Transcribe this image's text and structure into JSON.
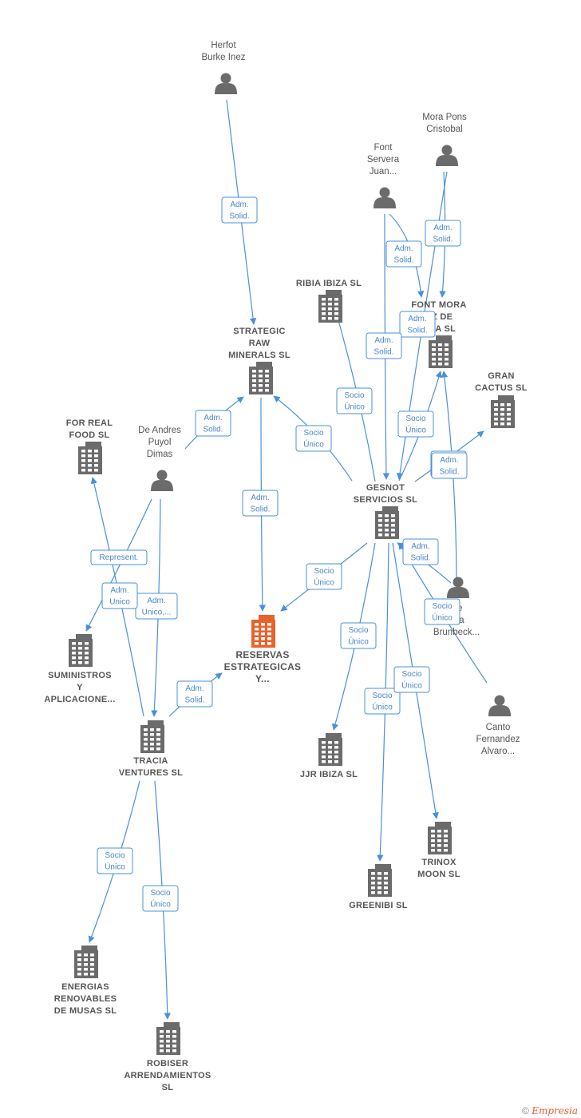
{
  "colors": {
    "edge": "#4a90d9",
    "icon": "#6b6b6b",
    "focus": "#e8632a",
    "label": "#555555"
  },
  "nodes": [
    {
      "id": "herfot",
      "type": "person",
      "label": [
        "Herfot",
        "Burke Inez"
      ]
    },
    {
      "id": "mora",
      "type": "person",
      "label": [
        "Mora Pons",
        "Cristobal"
      ]
    },
    {
      "id": "font",
      "type": "person",
      "label": [
        "Font",
        "Servera",
        "Juan..."
      ]
    },
    {
      "id": "ribia",
      "type": "company",
      "label": [
        "RIBIA IBIZA  SL"
      ]
    },
    {
      "id": "fontmora",
      "type": "company",
      "label": [
        "FONT MORA",
        "NZ DE",
        "NDA  SL"
      ]
    },
    {
      "id": "strategic",
      "type": "company",
      "label": [
        "STRATEGIC",
        "RAW",
        "MINERALS  SL"
      ]
    },
    {
      "id": "gran",
      "type": "company",
      "label": [
        "GRAN",
        "CACTUS  SL"
      ]
    },
    {
      "id": "forreal",
      "type": "company",
      "label": [
        "FOR REAL",
        "FOOD  SL"
      ]
    },
    {
      "id": "deandres",
      "type": "person",
      "label": [
        "De Andres",
        "Puyol",
        "Dimas"
      ]
    },
    {
      "id": "gesnot",
      "type": "company",
      "label": [
        "GESNOT",
        "SERVICIOS  SL"
      ]
    },
    {
      "id": "brunbeck",
      "type": "person",
      "label": [
        "De",
        "nda",
        "Brunbeck..."
      ]
    },
    {
      "id": "reservas",
      "type": "focus",
      "label": [
        "RESERVAS",
        "ESTRATEGICAS",
        "Y..."
      ]
    },
    {
      "id": "suministros",
      "type": "company",
      "label": [
        "SUMINISTROS",
        "Y",
        "APLICACIONE..."
      ]
    },
    {
      "id": "tracia",
      "type": "company",
      "label": [
        "TRACIA",
        "VENTURES  SL"
      ]
    },
    {
      "id": "canto",
      "type": "person",
      "label": [
        "Canto",
        "Fernandez",
        "Alvaro..."
      ]
    },
    {
      "id": "jjr",
      "type": "company",
      "label": [
        "JJR IBIZA  SL"
      ]
    },
    {
      "id": "trinox",
      "type": "company",
      "label": [
        "TRINOX",
        "MOON  SL"
      ]
    },
    {
      "id": "greenibi",
      "type": "company",
      "label": [
        "GREENIBI  SL"
      ]
    },
    {
      "id": "energias",
      "type": "company",
      "label": [
        "ENERGIAS",
        "RENOVABLES",
        "DE MUSAS  SL"
      ]
    },
    {
      "id": "robiser",
      "type": "company",
      "label": [
        "ROBISER",
        "ARRENDAMIENTOS",
        "SL"
      ]
    }
  ],
  "edges": [
    {
      "from": "herfot",
      "to": "strategic",
      "label": [
        "Adm.",
        "Solid."
      ]
    },
    {
      "from": "mora",
      "to": "fontmora",
      "label": [
        "Adm.",
        "Solid."
      ]
    },
    {
      "from": "font",
      "to": "fontmora",
      "label": [
        "Adm.",
        "Solid."
      ]
    },
    {
      "from": "mora",
      "to": "gesnot",
      "label": [
        "Adm.",
        "Solid."
      ]
    },
    {
      "from": "font",
      "to": "gesnot",
      "label": [
        "Adm.",
        "Solid."
      ]
    },
    {
      "from": "gesnot",
      "to": "ribia",
      "label": [
        "Socio",
        "Único"
      ]
    },
    {
      "from": "gesnot",
      "to": "strategic",
      "label": [
        "Socio",
        "Único"
      ]
    },
    {
      "from": "gesnot",
      "to": "fontmora",
      "label": [
        "Socio",
        "Único"
      ]
    },
    {
      "from": "gesnot",
      "to": "gran",
      "label": [
        "Socio",
        "Único"
      ]
    },
    {
      "from": "brunbeck",
      "to": "gesnot",
      "label": [
        "Adm.",
        "Solid."
      ]
    },
    {
      "from": "brunbeck",
      "to": "fontmora",
      "label": [
        "Adm.",
        "Solid."
      ]
    },
    {
      "from": "canto",
      "to": "gesnot",
      "label": [
        "Socio",
        "Único"
      ]
    },
    {
      "from": "strategic",
      "to": "reservas",
      "label": [
        "Adm.",
        "Solid."
      ]
    },
    {
      "from": "gesnot",
      "to": "reservas",
      "label": [
        "Socio",
        "Único"
      ]
    },
    {
      "from": "deandres",
      "to": "strategic",
      "label": [
        "Adm.",
        "Solid."
      ]
    },
    {
      "from": "deandres",
      "to": "suministros",
      "label": [
        "Represent."
      ]
    },
    {
      "from": "deandres",
      "to": "tracia",
      "label": [
        "Adm.",
        "Unico,..."
      ]
    },
    {
      "from": "tracia",
      "to": "forreal",
      "label": [
        "Adm.",
        "Unico"
      ]
    },
    {
      "from": "tracia",
      "to": "reservas",
      "label": [
        "Adm.",
        "Solid."
      ]
    },
    {
      "from": "gesnot",
      "to": "jjr",
      "label": [
        "Socio",
        "Único"
      ]
    },
    {
      "from": "gesnot",
      "to": "greenibi",
      "label": [
        "Socio",
        "Único"
      ]
    },
    {
      "from": "gesnot",
      "to": "trinox",
      "label": [
        "Socio",
        "Único"
      ]
    },
    {
      "from": "tracia",
      "to": "energias",
      "label": [
        "Socio",
        "Único"
      ]
    },
    {
      "from": "tracia",
      "to": "robiser",
      "label": [
        "Socio",
        "Único"
      ]
    }
  ],
  "footer": {
    "copyright": "©",
    "brand": "Empresia"
  }
}
